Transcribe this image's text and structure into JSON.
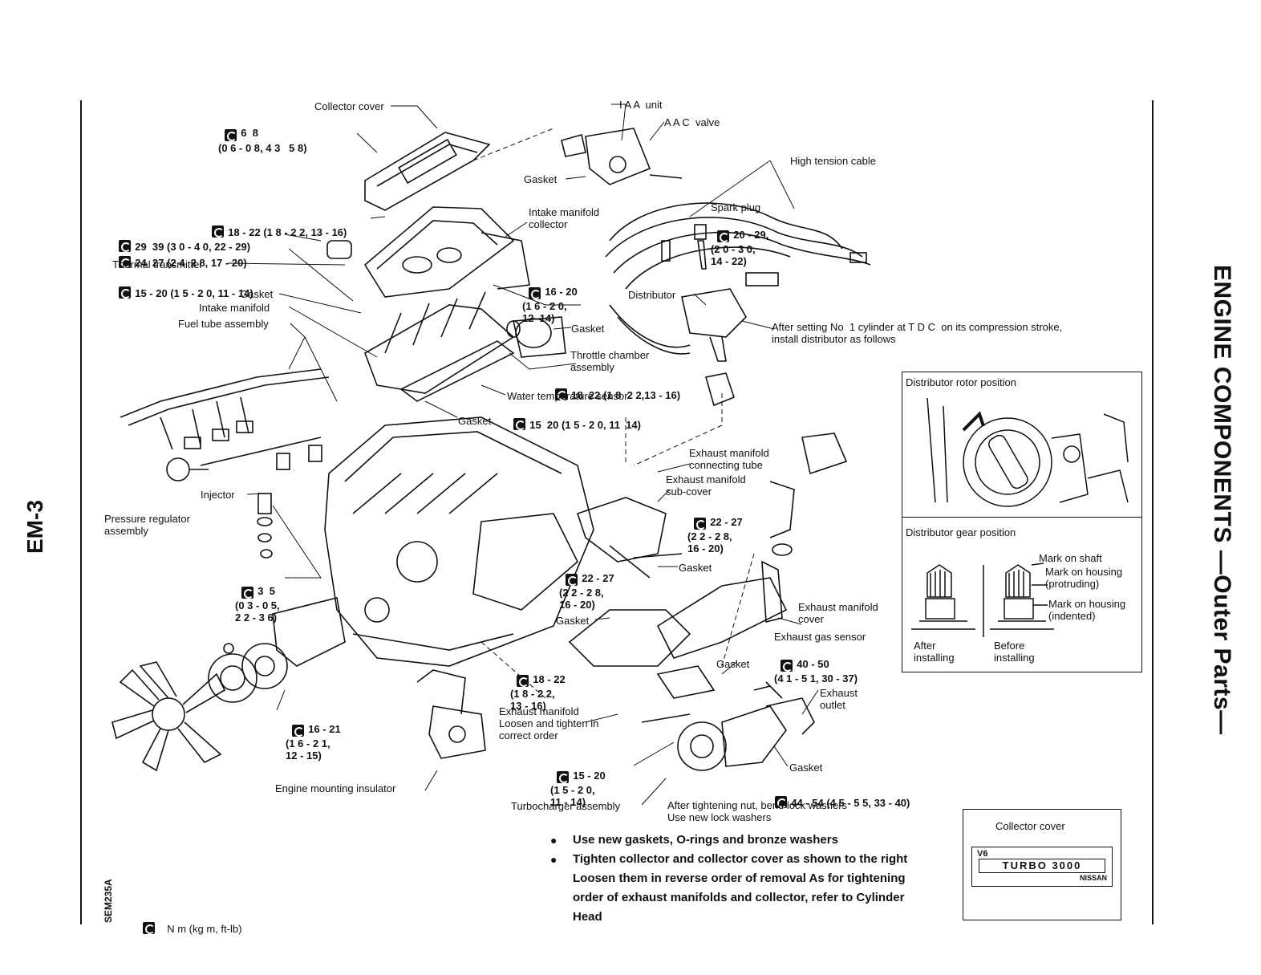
{
  "side_title": "ENGINE COMPONENTS —Outer Parts—",
  "page_id": "EM-3",
  "figure_code": "SEM235A",
  "legend": "N m (kg m, ft-lb)",
  "labels": {
    "collector_cover": "Collector cover",
    "collector_cover_torque": "6  8\n(0 6 - 0 8, 4 3   5 8)",
    "iaa_unit": "I A A  unit",
    "aac_valve": "A A C  valve",
    "high_tension_cable": "High tension cable",
    "gasket_top": "Gasket",
    "torque_18_22": "18 - 22 (1 8 - 2 2, 13 - 16)",
    "torque_29_39": "29  39 (3 0 - 4 0, 22 - 29)",
    "torque_24_27": "24  27 (2 4  2 8, 17 - 20)",
    "thermal_transmitter": "Thermal transmitter",
    "torque_15_20_a": "15 - 20 (1 5 - 2 0, 11 - 14)",
    "gasket_mid": "Gasket",
    "intake_manifold": "Intake manifold",
    "fuel_tube": "Fuel tube assembly",
    "intake_manifold_collector": "Intake manifold\ncollector",
    "torque_16_20": "16 - 20\n(1 6 - 2 0,\n12  14)",
    "spark_plug": "Spark plug",
    "torque_20_29": "20 - 29,\n(2 0 - 3 0,\n14 - 22)",
    "distributor": "Distributor",
    "gasket_throttle": "Gasket",
    "throttle_chamber": "Throttle chamber\nassembly",
    "torque_18_22_b": "18  22 (1 8  2 2,13 - 16)",
    "water_temp": "Water temperature sensor",
    "gasket_low": "Gasket",
    "torque_15_20_b": "15  20 (1 5 - 2 0, 11  14)",
    "after_setting": "After setting No  1 cylinder at T D C  on its compression stroke,\ninstall distributor as follows",
    "injector": "Injector",
    "pressure_regulator": "Pressure regulator\nassembly",
    "exhaust_connecting": "Exhaust manifold\nconnecting tube",
    "exhaust_subcover": "Exhaust manifold\nsub-cover",
    "torque_22_27_a": "22 - 27\n(2 2 - 2 8,\n16 - 20)",
    "torque_3_5": "3  5\n(0 3 - 0 5,\n2 2 - 3 6)",
    "torque_22_27_b": "22 - 27\n(2 2 - 2 8,\n16 - 20)",
    "gasket_exh": "Gasket",
    "gasket_exh2": "Gasket",
    "exhaust_cover": "Exhaust manifold\ncover",
    "exhaust_gas_sensor": "Exhaust gas sensor",
    "torque_40_50": "40 - 50\n(4 1 - 5 1, 30 - 37)",
    "gasket_turbo": "Gasket",
    "torque_18_22_c": "18 - 22\n(1 8 - 2 2,\n13 - 16)",
    "exhaust_manifold_note": "Exhaust manifold\nLoosen and tighten in\ncorrect order",
    "exhaust_outlet": "Exhaust\noutlet",
    "torque_16_21": "16 - 21\n(1 6 - 2 1,\n12 - 15)",
    "torque_15_20_c": "15 - 20\n(1 5 - 2 0,\n11 - 14)",
    "gasket_bottom": "Gasket",
    "torque_44_54": "44 - 54 (4 5 - 5 5, 33 - 40)",
    "turbocharger": "Turbocharger assembly",
    "engine_mounting": "Engine mounting insulator",
    "after_tightening": "After tightening nut, bend lock washers\nUse new lock washers"
  },
  "inset": {
    "rotor_title": "Distributor rotor position",
    "gear_title": "Distributor gear position",
    "mark_on_shaft": "Mark on shaft",
    "mark_housing_protruding": "Mark on housing\n(protruding)",
    "mark_housing_indented": "Mark on housing\n(indented)",
    "after_installing": "After\ninstalling",
    "before_installing": "Before\ninstalling"
  },
  "collector_box": {
    "title": "Collector cover",
    "badge_v6": "V6",
    "badge_turbo": "TURBO 3000",
    "badge_brand": "NISSAN"
  },
  "notes": [
    "Use new gaskets, O-rings and bronze washers",
    "Tighten collector and collector cover as shown to the right\nLoosen them in reverse order of removal   As for tightening\norder of exhaust manifolds and collector, refer to Cylinder\nHead"
  ]
}
